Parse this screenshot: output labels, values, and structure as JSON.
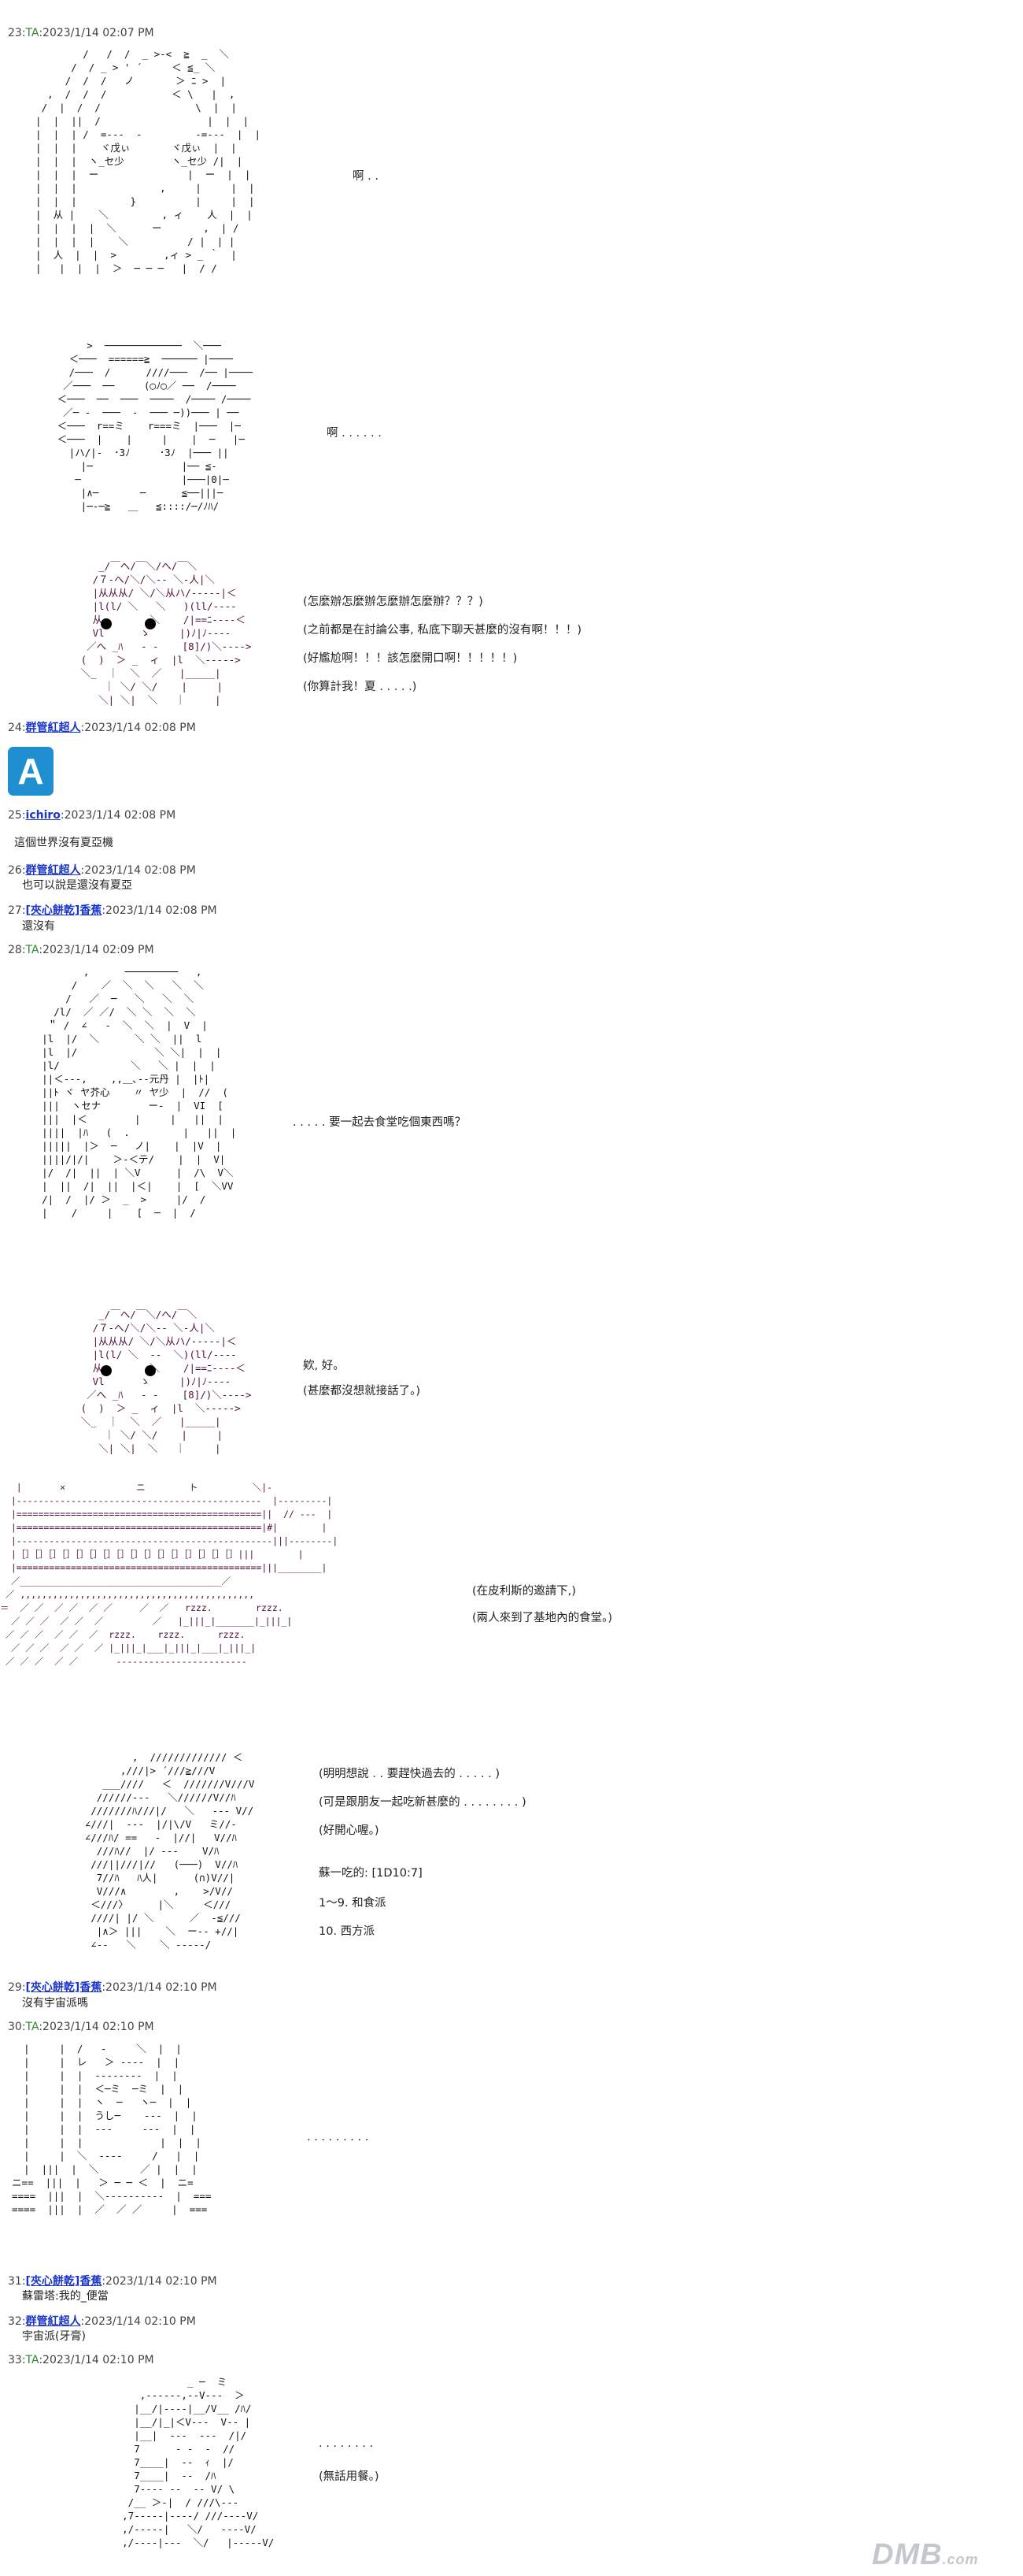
{
  "posts": [
    {
      "num": "23:",
      "author": "TA",
      "date": ":2023/1/14 02:07 PM"
    },
    {
      "num": "24:",
      "author": "群管紅超人",
      "date": ":2023/1/14 02:08 PM"
    },
    {
      "num": "25:",
      "author": "ichiro",
      "date": ":2023/1/14 02:08 PM",
      "text": "這個世界沒有夏亞機"
    },
    {
      "num": "26:",
      "author": "群管紅超人",
      "date": ":2023/1/14 02:08 PM",
      "text": "也可以說是還沒有夏亞"
    },
    {
      "num": "27:",
      "author": "[夾心餅乾]香蕉",
      "date": ":2023/1/14 02:08 PM",
      "text": "還沒有"
    },
    {
      "num": "28:",
      "author": "TA",
      "date": ":2023/1/14 02:09 PM"
    },
    {
      "num": "29:",
      "author": "[夾心餅乾]香蕉",
      "date": ":2023/1/14 02:10 PM",
      "text": "沒有宇宙派嗎"
    },
    {
      "num": "30:",
      "author": "TA",
      "date": ":2023/1/14 02:10 PM"
    },
    {
      "num": "31:",
      "author": "[夾心餅乾]香蕉",
      "date": ":2023/1/14 02:10 PM",
      "text": "蘇雷塔:我的_便當"
    },
    {
      "num": "32:",
      "author": "群管紅超人",
      "date": ":2023/1/14 02:10 PM",
      "text": "宇宙派(牙膏)"
    },
    {
      "num": "33:",
      "author": "TA",
      "date": ":2023/1/14 02:10 PM"
    }
  ],
  "dialogue": {
    "d1": "啊 . .",
    "d2": "啊 . . . . . .",
    "d3": [
      "(怎麼辦怎麼辦怎麼辦怎麼辦？？？)",
      "(之前都是在討論公事, 私底下聊天甚麼的沒有啊！！！)",
      "(好尷尬啊！！！該怎麼開口啊！！！！！)",
      "(你算計我！夏 . . . . .)"
    ],
    "d4": ". . . . . 要一起去食堂吃個東西嗎？",
    "d5": [
      "欸, 好。",
      "(甚麼都沒想就接話了。)"
    ],
    "d6": [
      "(在皮利斯的邀請下,)",
      "(兩人來到了基地內的食堂。)"
    ],
    "d7": [
      "(明明想說 . . 要趕快過去的 . . . . . )",
      "(可是跟朋友一起吃新甚麼的 . . . . . . . . )",
      "(好開心喔。)"
    ],
    "d7b": [
      "蘇一吃的: [1D10:7]",
      "1～9. 和食派",
      "10. 西方派"
    ],
    "d8": ". . . . . . . . .",
    "d9": [
      ". . . . . . . .",
      "(無話用餐。)"
    ]
  },
  "badge": {
    "letter": "A",
    "color": "#1f8fd2"
  },
  "watermark": {
    "main": "DMB",
    "sub": ".com"
  },
  "aa": {
    "a1": "          /   /  /  _ >-<  ≧  _  ＼\n        /  / _ > ' ´     ＜ ≦_ ＼\n       /  /  /   ノ       ＞ ﾆ >  |\n    ,  /  /  /           ＜ \\   |  ,\n   /  |  /  /                \\  |  |\n  |  |  ||  /                  |  |  |\n  |  |  | /  =‐‐‐  ‐         ‐=‐‐‐  |  |\n  |  |  |    ヾ戊ぃ       ヾ戊ぃ  |  |\n  |  |  |  ヽ_セ少        ヽ_セ少 /|  |\n  |  |  |  ー               |  ー  |  |\n  |  |  |              ,     |     |  |\n  |  |  |         }          |     |  |\n  |  从 |    ＼         , ィ    人  |  |\n  |  |  |  |  ＼      ー       ,  | /\n  |  |  |  |    ＼          / |  | |\n  |  人  |  |  >        ,ィ > _ ｀  |\n  |   |  |  |  ＞  ─ ─ ─   |  / /",
    "a2": "        >  ─────────────  ＼───\n     ＜───  ======≧  ────── |────\n     /───  /      ////───  /── |────\n    ／───  ──     (◯ﾉ◯／ ──  /────\n   ＜───  ──  ───  ────  /──── /────\n    ／─ ‐  ───  ‐  ─── ─))─── | ──\n   ＜───  r==ミ    r===ミ  |───  |─\n   ＜───  |    |     |    |  ─   |─\n     |ハ/|-  ･3ﾉ     ･3ﾉ  |─── ||\n       |─               |── ≦‐\n      ─                 |───|0|─\n       |∧─       ─      ≦──|||─\n       |─‐─≧   ＿   ≦::::/─/ﾉﾊ/",
    "a3": "      _/￣へ/￣＼/へ/￣＼\n     /７‐へ/＼/＼‐‐ ＼‐人|＼\n     |从从从/ ＼/＼从ハ/‐‐‐‐‐|＜\n     |l(l/ ＼   ＼   )(ll/--‐‐\n     从        ＼    /|==ﾆ‐‐‐‐＜\n     Vl      ゝ     |)ﾉ|ﾉ‐‐‐‐\n    ／へ _ﾊ   ‐ -    [8]/)＼‐‐‐‐>\n   (  )  ＞ _  ィ  |l  ＼‐‐‐‐‐>\n   ＼_  ｜  ＼  ／   |_____|\n       ｜ ＼/ ＼/    |     |\n      ＼| ＼|  ＼   ｜     |",
    "a4": "             ,      ─────────   ,\n           /    ／  ＼  ＼   ＼  ＼\n          /   ／  ─   ＼   ＼  ＼\n        /l/  ／ ／/  ＼ ＼  ＼  ＼\n       ＂ /  ∠   ‐  ＼  ＼  |  V  |\n      |l  |/  ＼      ＼ ＼  ||  l\n      |l  |/             ＼ ＼|  |  |\n      |l/            ＼   ＼ |  |  |\n      ||＜‐‐‐,    ,,＿､‐‐元丹 |  |ﾄ|\n      ||ﾄ ヾ ヤ芥心    〃 ヤ少  |  //  (\n      |||  ヽセナ        ー‐  |  VI  [\n      |||  |＜        |     |   ||  |\n      ||||  |ﾊ   (  .         |   ||  |\n      |||||  |＞  ─   ノ|    |  |V  |\n      ||||/|/|    ＞‐＜テ/    |  |  V|\n      |/  /|  ||  | ＼V      |  /\\  V＼\n      |  ||  /|  ||  |＜|    |  [  ＼VV\n      /|  /  |/ ＞  _  >     |/  /\n      |    /     |    [  ─  |  /",
    "a5": "      _/￣へ/￣＼/へ/￣＼\n     /７‐へ/＼/＼‐‐ ＼‐人|＼\n     |从从从/ ＼/＼从ハ/‐‐‐‐‐|＜\n     |l(l/ ＼  ‐‐  ＼)(ll/--‐‐\n     从        ＼    /|==ﾆ‐‐‐‐＜\n     Vl      ゝ     |)ﾉ|ﾉ‐‐‐‐\n    ／へ _ﾊ   ‐ -    [8]/)＼‐‐‐‐>\n   (  )  ＞ _  ィ  |l  ＼‐‐‐‐‐>\n   ＼_  ｜  ＼  ／   |_____|\n       ｜ ＼/ ＼/    |     |\n      ＼| ＼|  ＼   ｜     |",
    "a6": "   |       ×             ニ        ト          ＼|-\n  |‐‐‐‐‐‐‐‐‐‐‐‐‐‐‐‐‐‐‐‐‐‐‐‐‐‐‐‐‐‐‐‐‐‐‐‐‐‐‐‐‐‐‐‐‐  |‐‐‐‐‐‐‐‐‐|\n  |=============================================||  // ‐‐‐  |\n  |=============================================|#|        |\n  |‐‐‐‐‐‐‐‐‐‐‐‐‐‐‐‐‐‐‐‐‐‐‐‐‐‐‐‐‐‐‐‐‐‐‐‐‐‐‐‐‐‐‐‐‐‐‐|||‐‐‐‐‐‐‐‐|\n  |［］［］［］［］［］［］［］［］［］［］［］［］［］［］［］［］|||        |\n  |=============================================|||________|\n  ／_____________________________________／\n ／ ,,,,,,,,,,,,,,,,,,,,,,,,,,,,,,,,,,,,,,,,,,,\n＝  ／ ／  ／ ／  ／ ／     ／  ／   rzzz.        rzzz.\n  ／ ／ ／  ／ ／  ／         ／   |_|||_|_______|_|||_|\n ／ ／ ／  ／ ／  ／  rzzz.    rzzz.      rzzz.\n  ／ ／ ／  ／ ／  ／ |_|||_|___|_|||_|___|_|||_|\n ／ ／ ／  ／ ／       ‐‐‐‐‐‐‐‐‐‐‐‐‐‐‐‐‐‐‐‐‐‐‐‐",
    "a7": "                 ,  ///////////// ＜\n               ,///|> ´///≧///V\n            ___////   ＜  ///////V///V\n           //////‐‐‐   ＼//////V//ﾊ\n          ///////ﾊ///|/   ＼   ‐‐‐ V//\n         ∠///|  ‐‐‐  |/|\\/V   ミ//-\n         ∠///ﾊ/ ==   ‐  |//|   V//ﾊ\n           ///ﾊ//  |/ ‐‐‐    V/ﾊ\n          ///||///|//   (───)  V//ﾊ\n           7//ﾊ   ﾊ人|      (∩)V//|\n           V///∧        ,    >/V//\n          ＜///〉     |＼     ＜///\n          ////| |/ ＼      ／  ‐≦///\n           |∧＞ |||    ＼  ー‐‐ +//|\n          ∠‐‐   ＼    ＼ ‐‐‐‐‐/",
    "a8": "    |     |  /   ‐     ＼  |  |\n    |     |  レ   ＞ ‐‐‐‐  |  |\n    |     |  |  ‐‐‐‐‐‐‐‐  |  |\n    |     |  |  ＜─ミ  ─ミ  |  |\n    |     |  |  ヽ  ─   ヽ─  |  |\n    |     |  |  うし─    ‐‐‐  |  |\n    |     |  |  ‐‐‐     ‐‐‐  |  |\n    |     |  |             |  |  |\n    |     |  ＼  ‐‐‐‐     /   |  |\n    |  |||  |  ＼       ／ |  |  |\n  ニ==  |||  |   ＞ ─ ─ ＜  |  ニ=\n  ====  |||  |  ＼‐‐‐‐‐‐‐‐‐‐  |  ===\n  ====  |||  |  ／  ／ ／     |  ===",
    "a9": "                 _ ─  ミ\n         ,‐‐‐‐‐‐,‐‐V‐‐‐  ＞\n        |__/|‐‐‐‐|__/V__ /ﾊ/\n        |__/|_|＜V‐‐‐  V‐‐ |\n        |__|  ‐‐‐  ‐‐‐  /|/\n        7      ‐ ‐  ‐  //\n        7____|  ‐‐  ｨ  |/\n        7____|  ‐‐  /ﾊ\n        7‐‐‐‐ ‐‐  ‐‐ V/ \\\n       /__ ＞‐|  / ///\\‐‐‐\n      ,7‐‐‐‐‐|‐‐‐‐/ ///‐‐‐‐V/\n      ,/‐‐‐‐‐|   ＼/   ‐‐‐‐V/\n      ,/‐‐‐‐|‐‐‐  ＼/   |‐‐‐‐‐V/"
  }
}
